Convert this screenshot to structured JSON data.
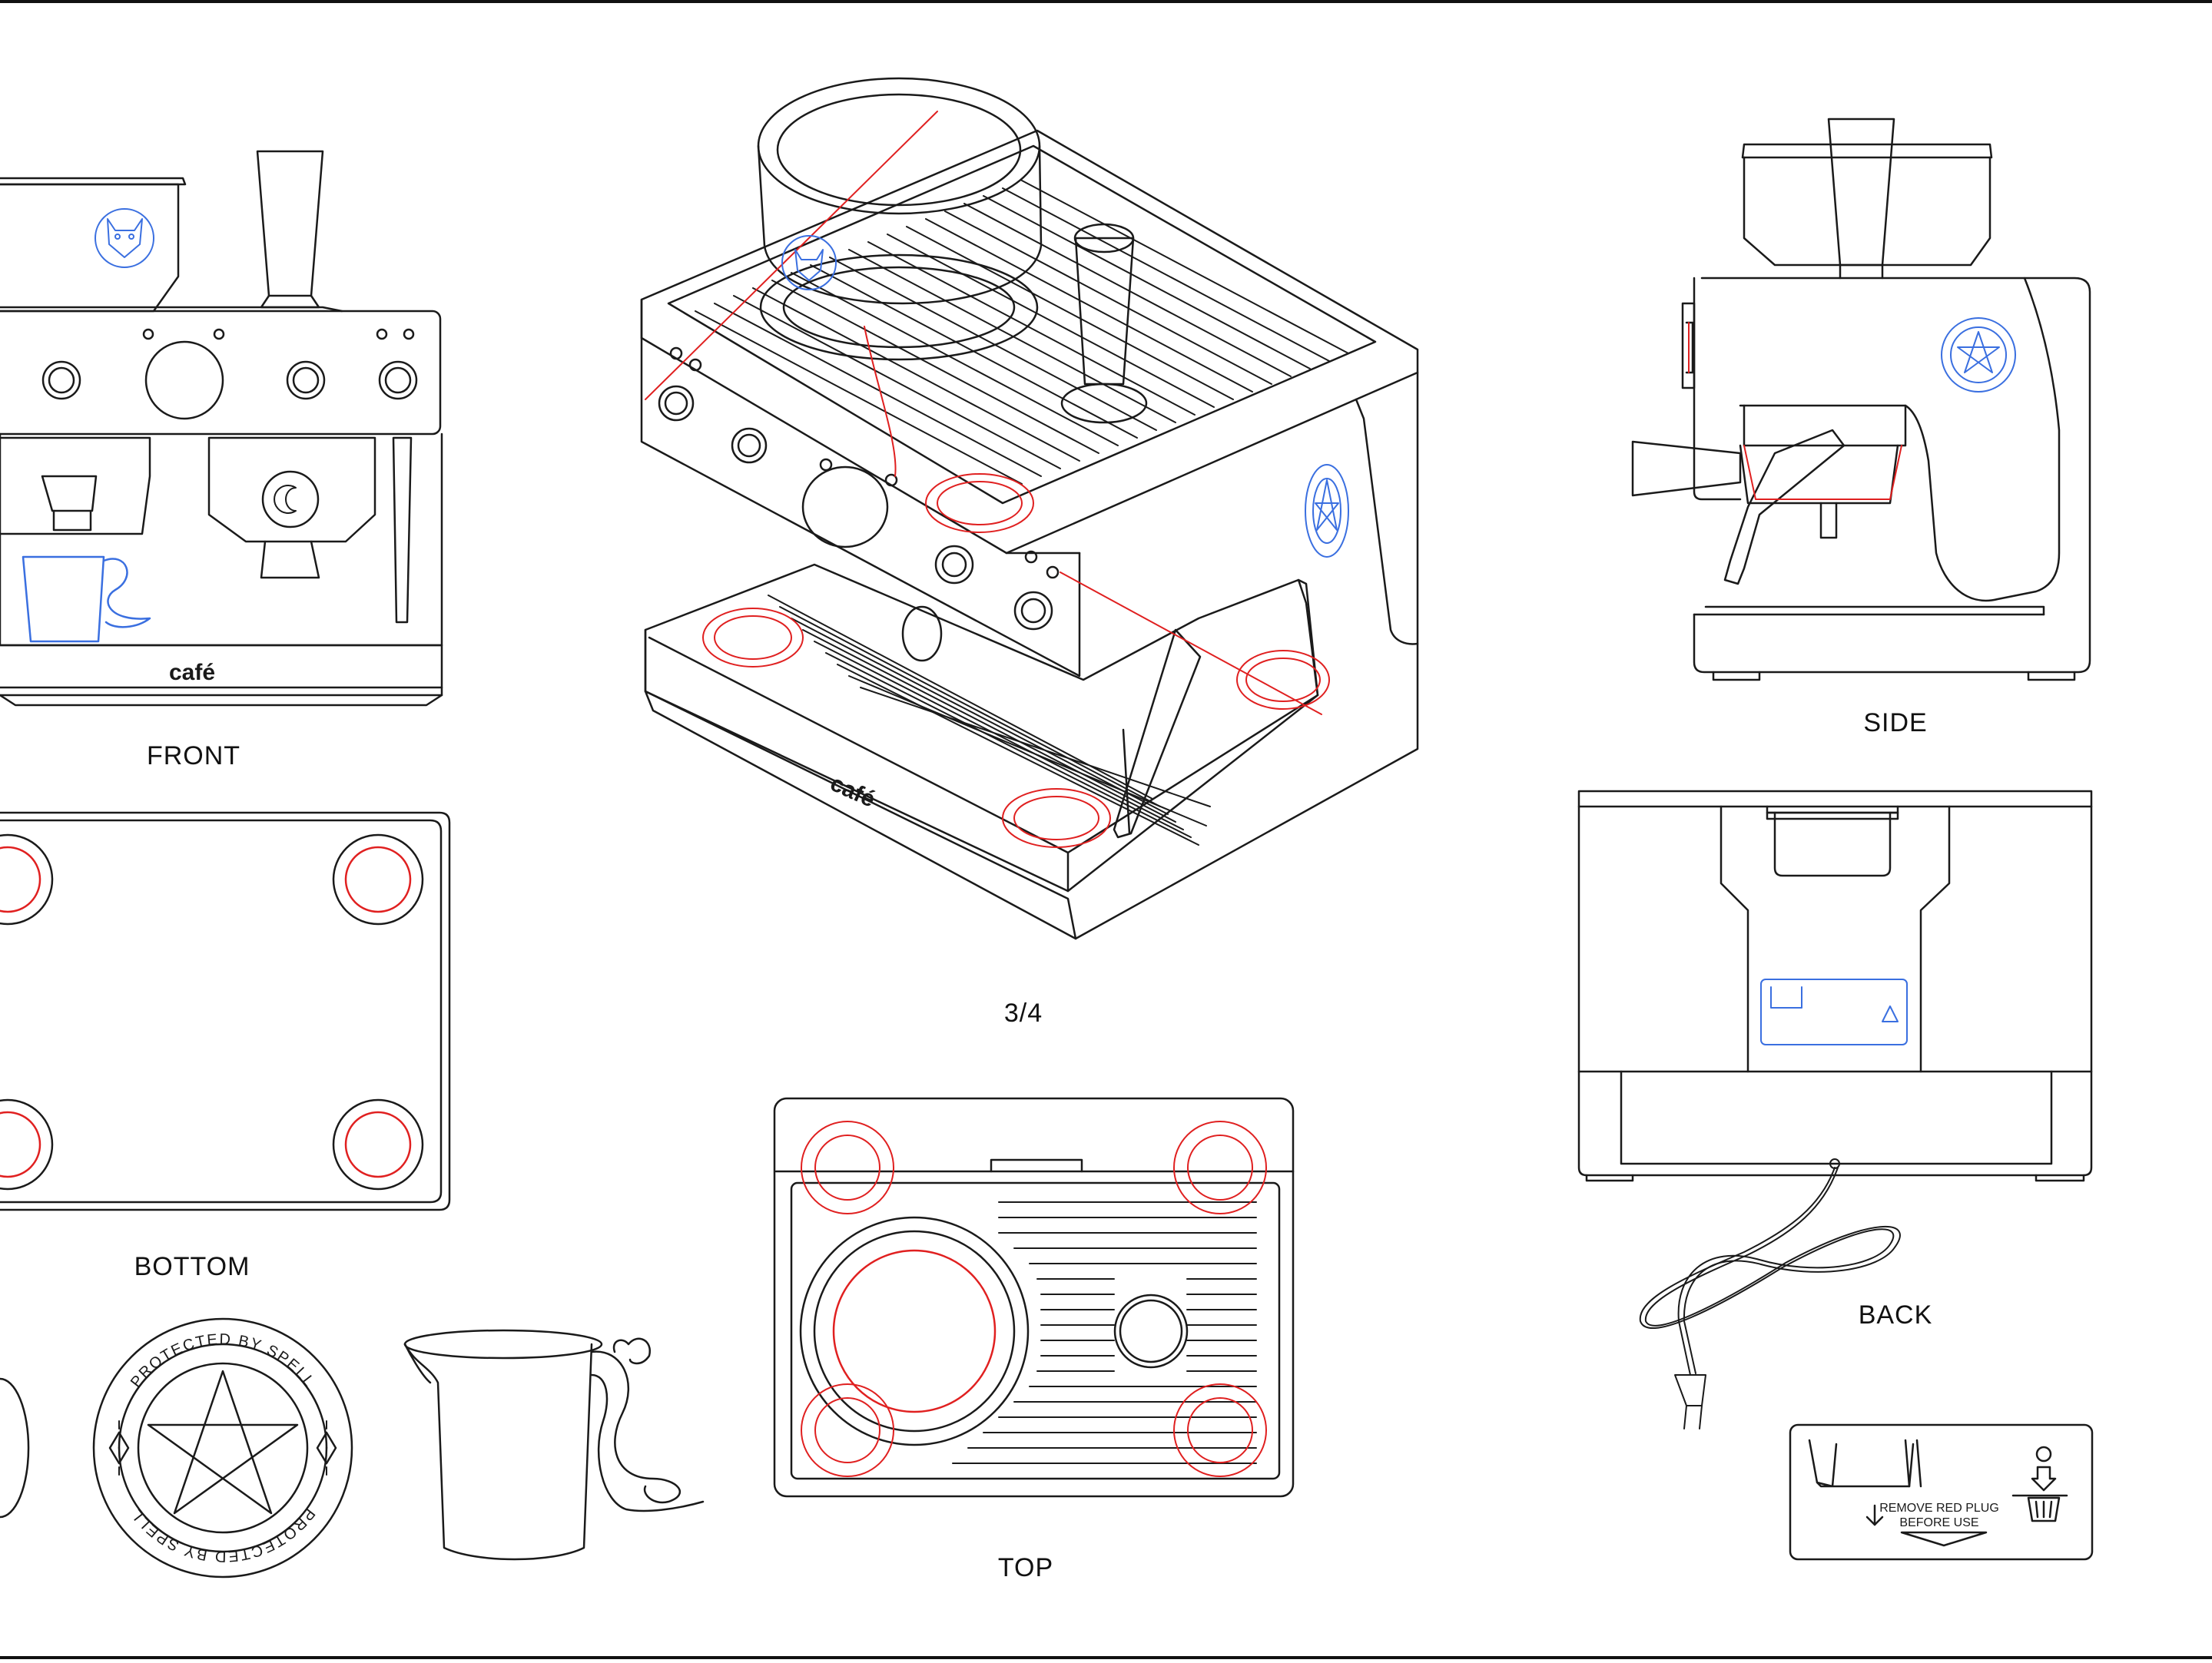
{
  "sheet": {
    "views": {
      "front": "FRONT",
      "three_quarter": "3/4",
      "side": "SIDE",
      "bottom": "BOTTOM",
      "top": "TOP",
      "back": "BACK"
    },
    "brand": "café",
    "seal_text": "PROTECTED BY SPELL",
    "label_text_line1": "REMOVE RED PLUG",
    "label_text_line2": "BEFORE USE"
  },
  "colors": {
    "line": "#1a1a1a",
    "accent_red": "#e02020",
    "accent_blue": "#3a6fe0"
  }
}
